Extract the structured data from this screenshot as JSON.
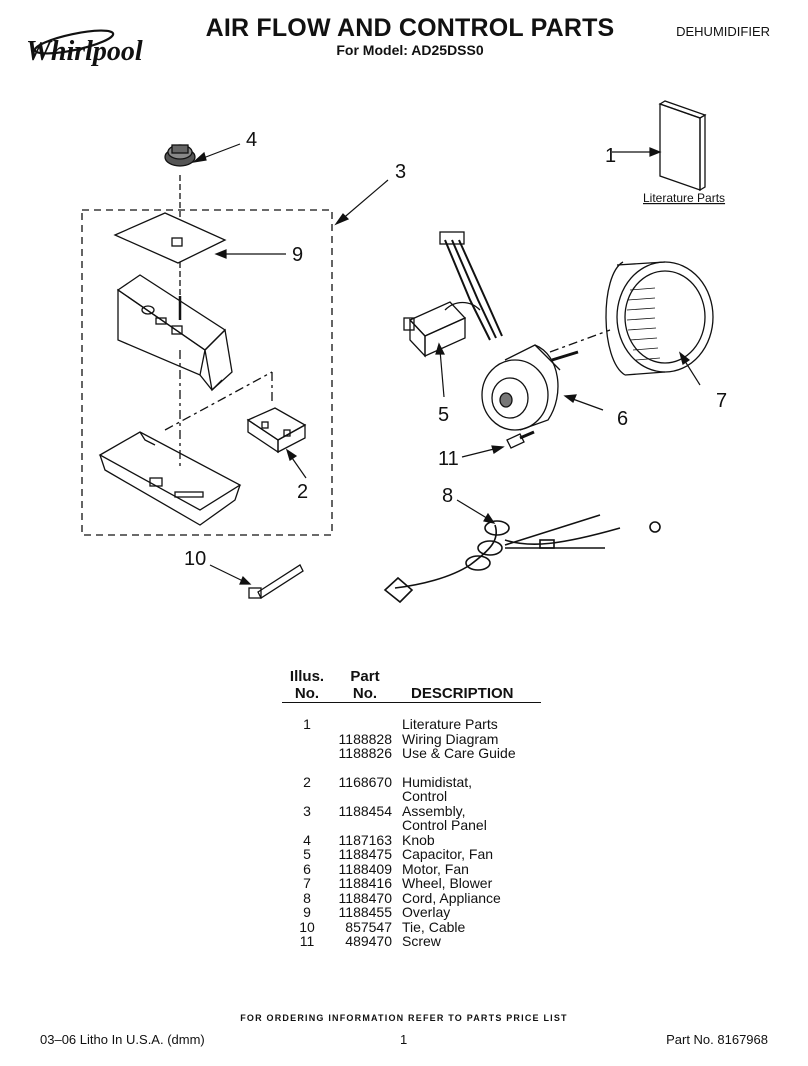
{
  "header": {
    "brand": "Whirlpool",
    "title": "AIR FLOW AND CONTROL PARTS",
    "subtitle": "For Model: AD25DSS0",
    "category": "DEHUMIDIFIER"
  },
  "diagram": {
    "callouts": [
      "1",
      "2",
      "3",
      "4",
      "5",
      "6",
      "7",
      "8",
      "9",
      "10",
      "11"
    ],
    "literature_label": "Literature Parts"
  },
  "parts_table": {
    "headers": {
      "illus_line1": "Illus.",
      "illus_line2": "No.",
      "part_line1": "Part",
      "part_line2": "No.",
      "description": "DESCRIPTION"
    },
    "rows": [
      {
        "illus": "1",
        "part": "",
        "desc": "Literature Parts"
      },
      {
        "illus": "",
        "part": "1188828",
        "desc": "Wiring Diagram"
      },
      {
        "illus": "",
        "part": "1188826",
        "desc": "Use & Care Guide"
      },
      {
        "illus": "2",
        "part": "1168670",
        "desc": "Humidistat,"
      },
      {
        "illus": "",
        "part": "",
        "desc": "Control"
      },
      {
        "illus": "3",
        "part": "1188454",
        "desc": "Assembly,"
      },
      {
        "illus": "",
        "part": "",
        "desc": "Control Panel"
      },
      {
        "illus": "4",
        "part": "1187163",
        "desc": "Knob"
      },
      {
        "illus": "5",
        "part": "1188475",
        "desc": "Capacitor, Fan"
      },
      {
        "illus": "6",
        "part": "1188409",
        "desc": "Motor, Fan"
      },
      {
        "illus": "7",
        "part": "1188416",
        "desc": "Wheel, Blower"
      },
      {
        "illus": "8",
        "part": "1188470",
        "desc": "Cord, Appliance"
      },
      {
        "illus": "9",
        "part": "1188455",
        "desc": "Overlay"
      },
      {
        "illus": "10",
        "part": "857547",
        "desc": "Tie, Cable"
      },
      {
        "illus": "11",
        "part": "489470",
        "desc": "Screw"
      }
    ]
  },
  "footer": {
    "order_note": "FOR ORDERING INFORMATION REFER TO PARTS PRICE LIST",
    "litho": "03–06 Litho In U.S.A. (dmm)",
    "page": "1",
    "part_no": "Part No. 8167968"
  }
}
